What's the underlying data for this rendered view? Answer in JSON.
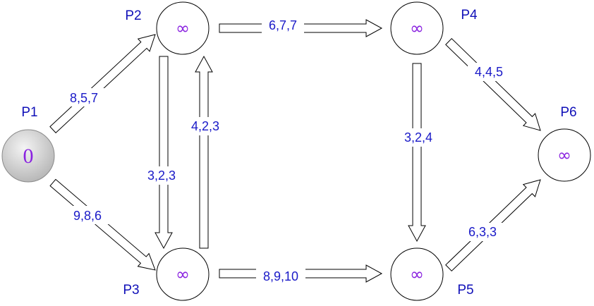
{
  "colors": {
    "node_label": "#1010b8",
    "edge_label": "#1a1ac8",
    "node_value": "#8a22e0",
    "source_fill_light": "#f4f4f4",
    "source_fill_dark": "#b4b4b4"
  },
  "nodes": {
    "P1": {
      "label": "P1",
      "value": "0"
    },
    "P2": {
      "label": "P2",
      "value": "∞"
    },
    "P3": {
      "label": "P3",
      "value": "∞"
    },
    "P4": {
      "label": "P4",
      "value": "∞"
    },
    "P5": {
      "label": "P5",
      "value": "∞"
    },
    "P6": {
      "label": "P6",
      "value": "∞"
    }
  },
  "edges": {
    "p1_p2": {
      "from": "P1",
      "to": "P2",
      "label": "8,5,7"
    },
    "p1_p3": {
      "from": "P1",
      "to": "P3",
      "label": "9,8,6"
    },
    "p2_p3": {
      "from": "P2",
      "to": "P3",
      "label": "3,2,3"
    },
    "p3_p2": {
      "from": "P3",
      "to": "P2",
      "label": "4,2,3"
    },
    "p2_p4": {
      "from": "P2",
      "to": "P4",
      "label": "6,7,7"
    },
    "p3_p5": {
      "from": "P3",
      "to": "P5",
      "label": "8,9,10"
    },
    "p4_p5": {
      "from": "P4",
      "to": "P5",
      "label": "3,2,4"
    },
    "p4_p6": {
      "from": "P4",
      "to": "P6",
      "label": "4,4,5"
    },
    "p5_p6": {
      "from": "P5",
      "to": "P6",
      "label": "6,3,3"
    }
  }
}
